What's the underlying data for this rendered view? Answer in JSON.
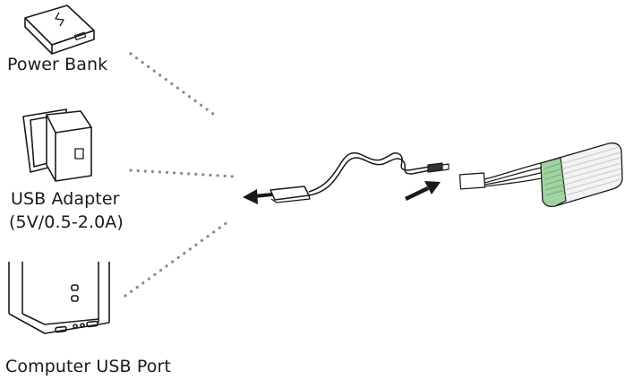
{
  "labels": {
    "power_bank": "Power Bank",
    "usb_adapter_line1": "USB Adapter",
    "usb_adapter_line2": "(5V/0.5-2.0A)",
    "computer_port": "Computer USB Port"
  },
  "colors": {
    "line": "#1a1a1a",
    "dots": "#8a8a8a",
    "battery_green": "#9fd29f",
    "battery_body": "#f3f3f3"
  },
  "icons": [
    "power-bank-icon",
    "usb-adapter-icon",
    "computer-tower-icon",
    "usb-charger-cable-icon",
    "battery-pack-icon"
  ]
}
